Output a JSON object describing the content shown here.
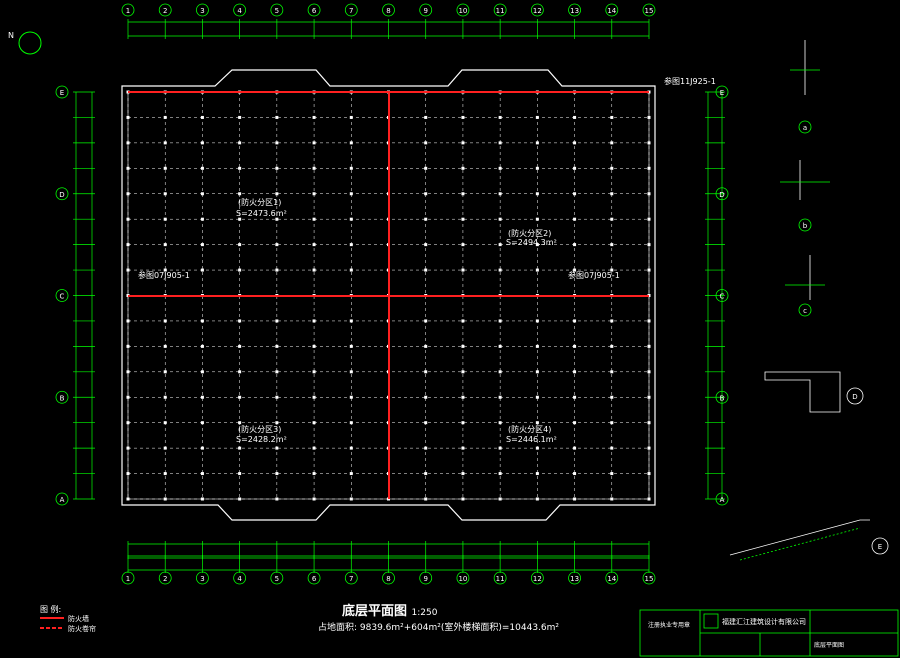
{
  "plan": {
    "title": "底层平面图",
    "scale": "1:250",
    "area_text": "占地面积: 9839.6m²+604m²(室外楼梯面积)=10443.6m²"
  },
  "rooms": [
    {
      "name": "(防火分区1)",
      "area": "S=2473.6m²"
    },
    {
      "name": "(防火分区2)",
      "area": "S=2494.3m²"
    },
    {
      "name": "(防火分区3)",
      "area": "S=2428.2m²"
    },
    {
      "name": "(防火分区4)",
      "area": "S=2446.1m²"
    }
  ],
  "refs": {
    "left": "参图07J905-1",
    "right": "参图07J905-1",
    "top_right": "参图11J925-1"
  },
  "legend": {
    "heading": "图  例:",
    "items": [
      "防火墙",
      "防火卷帘"
    ]
  },
  "axes": {
    "numbers": [
      "1",
      "2",
      "3",
      "4",
      "5",
      "6",
      "7",
      "8",
      "9",
      "10",
      "11",
      "12",
      "13",
      "14",
      "15"
    ],
    "letters": [
      "A",
      "B",
      "C",
      "D",
      "E"
    ]
  },
  "details": [
    "a",
    "b",
    "c",
    "D",
    "E"
  ],
  "title_block": {
    "company": "福建汇江建筑设计有限公司",
    "stamp": "注册执业专用章",
    "drawing_name": "底层平面图"
  },
  "colors": {
    "background": "#000000",
    "grid": "#ffffff",
    "dimension": "#00ff00",
    "firewall": "#ff2020",
    "axis_bubble": "#00ff00"
  }
}
